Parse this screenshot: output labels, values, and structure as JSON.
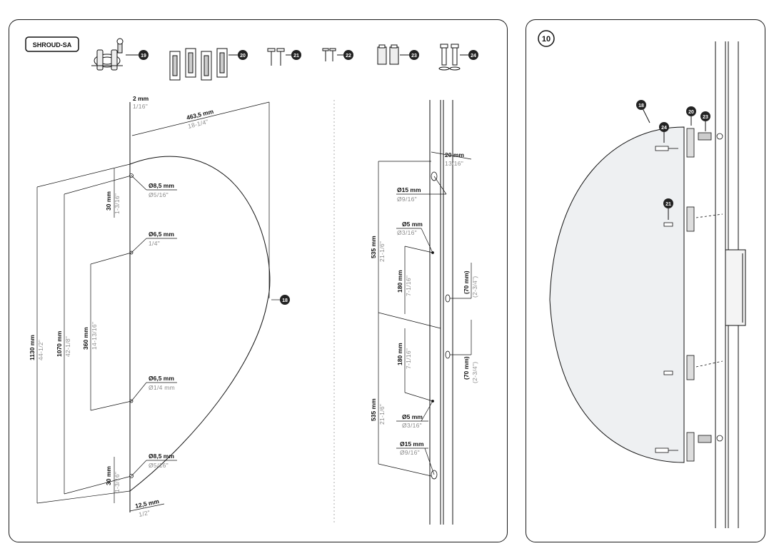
{
  "step": {
    "number": "10"
  },
  "kit": {
    "label": "SHROUD-SA"
  },
  "parts": [
    "19",
    "20",
    "21",
    "22",
    "23",
    "24"
  ],
  "left_view": {
    "part_callout": "18",
    "dims": {
      "thick_mm": "2 mm",
      "thick_in": "1/16\"",
      "width_mm": "463,5 mm",
      "width_in": "18-1/4\"",
      "h_total_mm": "1130 mm",
      "h_total_in": "44-1/2\"",
      "h_holes_mm": "1070 mm",
      "h_holes_in": "42-1/8\"",
      "h_inner_mm": "360 mm",
      "h_inner_in": "14-13/16\"",
      "off_top_mm": "30 mm",
      "off_top_in": "1-3/16\"",
      "off_bot_mm": "30 mm",
      "off_bot_in": "1-3/16\"",
      "hole_top_mm": "Ø8,5 mm",
      "hole_top_in": "Ø5/16\"",
      "hole_mid1_mm": "Ø6,5 mm",
      "hole_mid1_in": "1/4\"",
      "hole_mid2_mm": "Ø6,5 mm",
      "hole_mid2_in": "Ø1/4 mm",
      "hole_bot_mm": "Ø8,5 mm",
      "hole_bot_in": "Ø5/16\"",
      "edge_mm": "12,5 mm",
      "edge_in": "1/2\""
    }
  },
  "mid_view": {
    "dims": {
      "off_mm": "20 mm",
      "off_in": "13/16\"",
      "hole_top_mm": "Ø15 mm",
      "hole_top_in": "Ø9/16\"",
      "pin_top_mm": "Ø5 mm",
      "pin_top_in": "Ø3/16\"",
      "seg_top_mm": "535 mm",
      "seg_top_in": "21-1/6\"",
      "seg_mid1_mm": "180 mm",
      "seg_mid1_in": "7-1/16\"",
      "seg_mid2_mm": "180 mm",
      "seg_mid2_in": "7-1/16\"",
      "seg_bot_mm": "535 mm",
      "seg_bot_in": "21-1/6\"",
      "gap1_mm": "(70 mm)",
      "gap1_in": "(2-3/4\")",
      "gap2_mm": "(70 mm)",
      "gap2_in": "(2-3/4\")",
      "pin_bot_mm": "Ø5 mm",
      "pin_bot_in": "Ø3/16\"",
      "hole_bot_mm": "Ø15 mm",
      "hole_bot_in": "Ø9/16\""
    }
  },
  "right_view": {
    "callouts": [
      "18",
      "24",
      "20",
      "23",
      "21"
    ]
  }
}
